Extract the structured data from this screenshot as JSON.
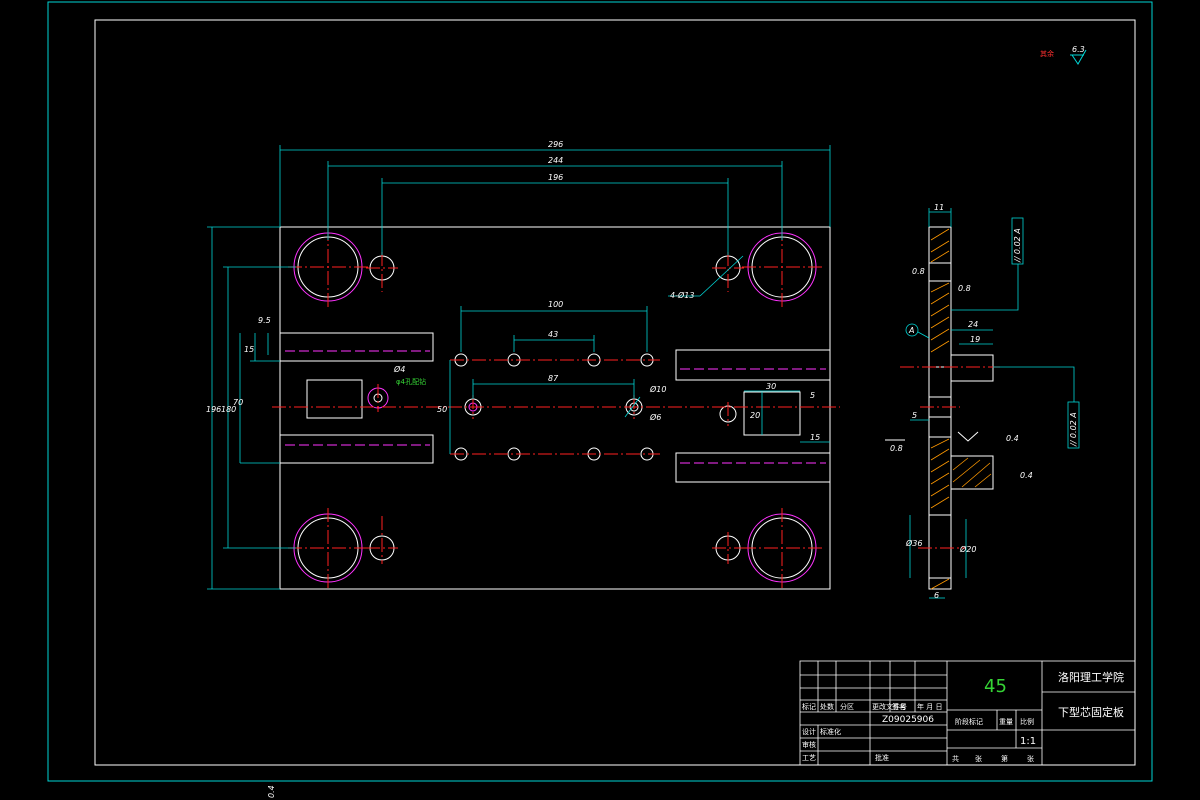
{
  "colors": {
    "background": "#000000",
    "outline": "#ffffff",
    "dimension": "#00d5d5",
    "centerline": "#ff2020",
    "hidden": "#ff33ff",
    "section": "#ff9900",
    "material": "#35d335"
  },
  "surface_finish": {
    "general_value": "6.3",
    "general_note": "其余"
  },
  "main_view": {
    "dims": {
      "overall_width": "296",
      "outer_holes": "244",
      "inner_holes": "196",
      "holes_note": "4-Ø13",
      "slot_group": "100",
      "slot_inner": "43",
      "slot_87": "87",
      "dia10": "Ø10",
      "dia6": "Ø6",
      "dia4": "Ø4",
      "w30": "30",
      "h20": "20",
      "d5": "5",
      "d15": "15",
      "h196": "196",
      "h180": "180",
      "h70": "70",
      "h50": "50",
      "h15": "15",
      "h95": "9.5",
      "note_green": "φ4孔配钻"
    }
  },
  "side_view": {
    "dims": {
      "t11": "11",
      "t24": "24",
      "t19": "19",
      "t5": "5",
      "t6": "6",
      "d36": "Ø36",
      "d20": "Ø20",
      "r08a": "0.8",
      "r08b": "0.8",
      "r08c": "0.8",
      "r04a": "0.4",
      "r04b": "0.4",
      "tol1": "// 0.02 A",
      "tol2": "// 0.02 A",
      "datum": "A"
    }
  },
  "title_block": {
    "material": "45",
    "school": "洛阳理工学院",
    "part_name": "下型芯固定板",
    "drawing_no": "Z09025906",
    "scale": "1:1",
    "stage_mark": "阶段标记",
    "weight": "重量",
    "ratio": "比例",
    "total": "共",
    "sheets": "张",
    "sheet_no": "第",
    "page": "张",
    "labels": [
      "标记",
      "处数",
      "分区",
      "更改文件号",
      "签名",
      "年 月 日"
    ],
    "rows": [
      "设计",
      "标准化",
      "审核",
      "工艺",
      "批准"
    ]
  },
  "stray_label": "0.4"
}
